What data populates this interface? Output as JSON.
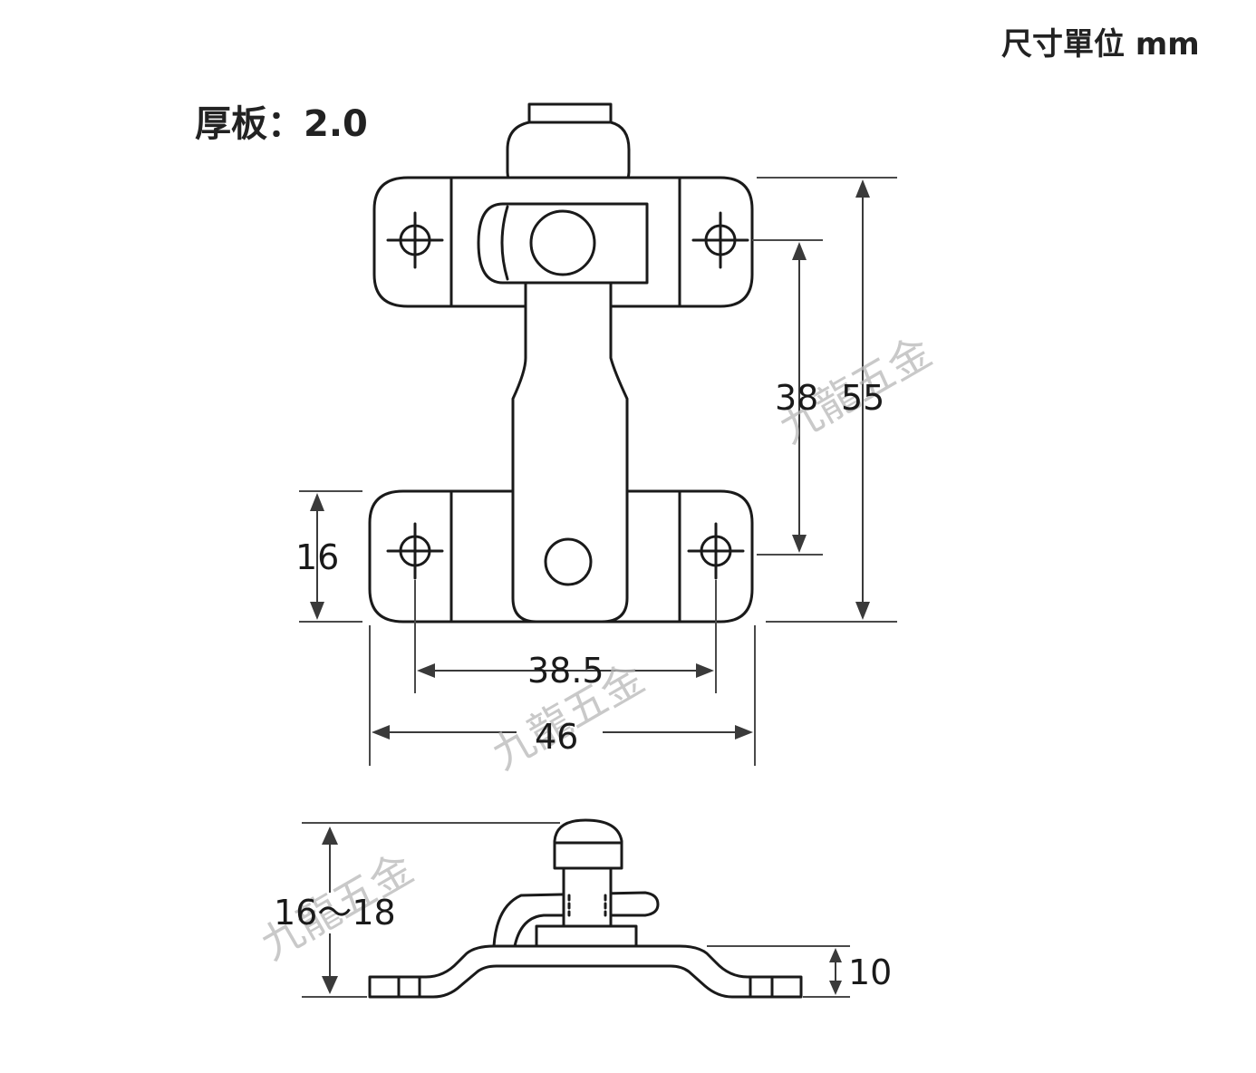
{
  "header": {
    "units_label": "尺寸單位 mm",
    "thickness_label": "厚板：2.0"
  },
  "dimensions": {
    "hole_spacing_vertical": "38",
    "overall_height": "55",
    "plate_height": "16",
    "hole_spacing_horizontal": "38.5",
    "overall_width": "46",
    "side_height_range": "16～18",
    "base_height": "10"
  },
  "watermark": {
    "text": "九龍五金"
  }
}
